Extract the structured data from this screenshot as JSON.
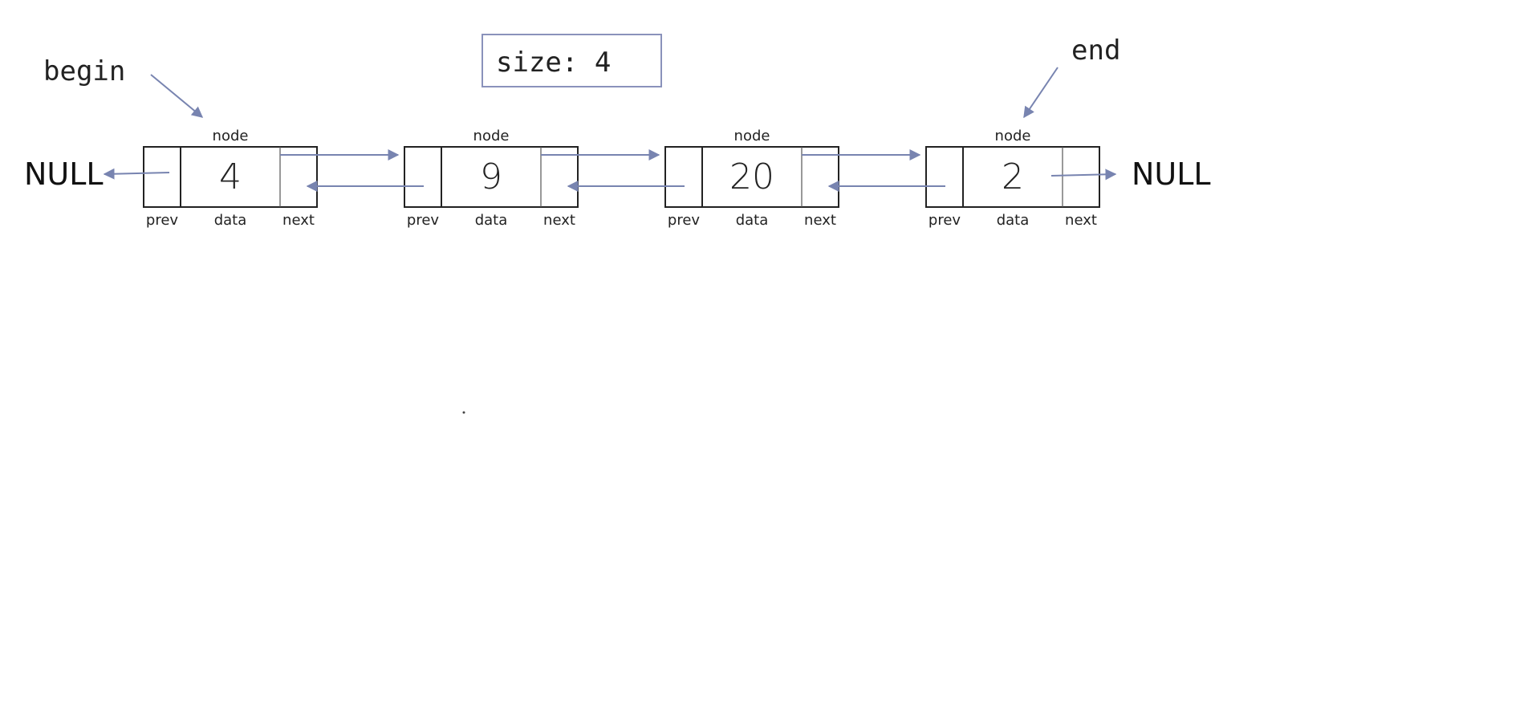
{
  "size_box": {
    "text": "size: 4"
  },
  "pointers": {
    "begin": "begin",
    "end": "end"
  },
  "null_labels": {
    "left": "NULL",
    "right": "NULL"
  },
  "node_caption": "node",
  "field_labels": {
    "prev": "prev",
    "data": "data",
    "next": "next"
  },
  "nodes": [
    {
      "data": "4"
    },
    {
      "data": "9"
    },
    {
      "data": "20"
    },
    {
      "data": "2"
    }
  ],
  "colors": {
    "arrow": "#7884b0",
    "box_stroke": "#222222",
    "size_box_stroke": "#8a92bb",
    "text": "#222222"
  }
}
